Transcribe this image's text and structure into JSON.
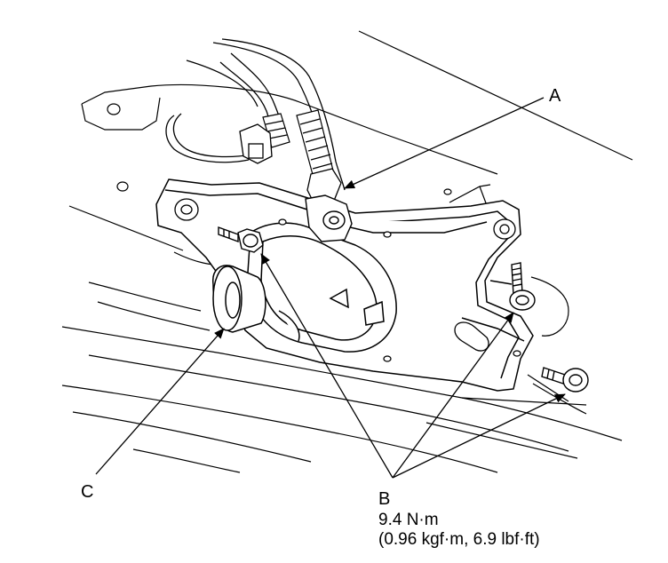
{
  "callouts": {
    "a": "A",
    "b": "B",
    "c": "C"
  },
  "torque": {
    "value": "9.4 N·m",
    "alt": "(0.96 kgf·m, 6.9 lbf·ft)"
  }
}
